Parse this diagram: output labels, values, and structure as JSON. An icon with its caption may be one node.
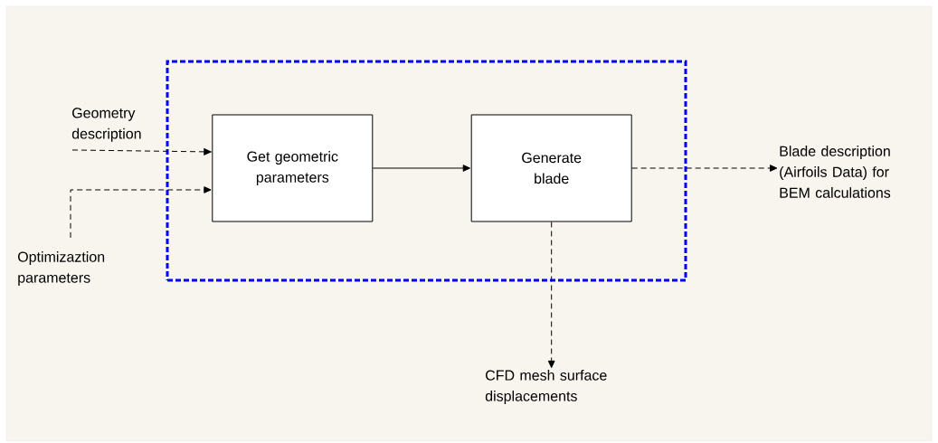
{
  "diagram": {
    "nodes": [
      {
        "text": [],
        "shape": "box"
      },
      {
        "text": [
          "Get geometric parameters"
        ],
        "in": 0
      },
      {
        "text": [
          "Generate blade"
        ],
        "in": 0
      },
      {
        "text": [
          "Geometry description"
        ]
      },
      {
        "text": [
          "Optimizaztion parameters"
        ]
      },
      {
        "text": [
          "Blade description (Airfoils Data) for BEM calculations"
        ]
      },
      {
        "text": [
          "CFD mesh surface displacements"
        ]
      }
    ],
    "edges": [
      {
        "from": 3,
        "to": 1,
        "arrow": "to",
        "style": "dashed"
      },
      {
        "from": 4,
        "to": 1,
        "arrow": "to",
        "style": "dashed"
      },
      {
        "from": 1,
        "to": 2,
        "arrow": "to"
      },
      {
        "from": 2,
        "to": 5,
        "arrow": "to",
        "style": "dashed"
      },
      {
        "from": 2,
        "to": 6,
        "arrow": "to",
        "style": "dashed"
      }
    ]
  }
}
